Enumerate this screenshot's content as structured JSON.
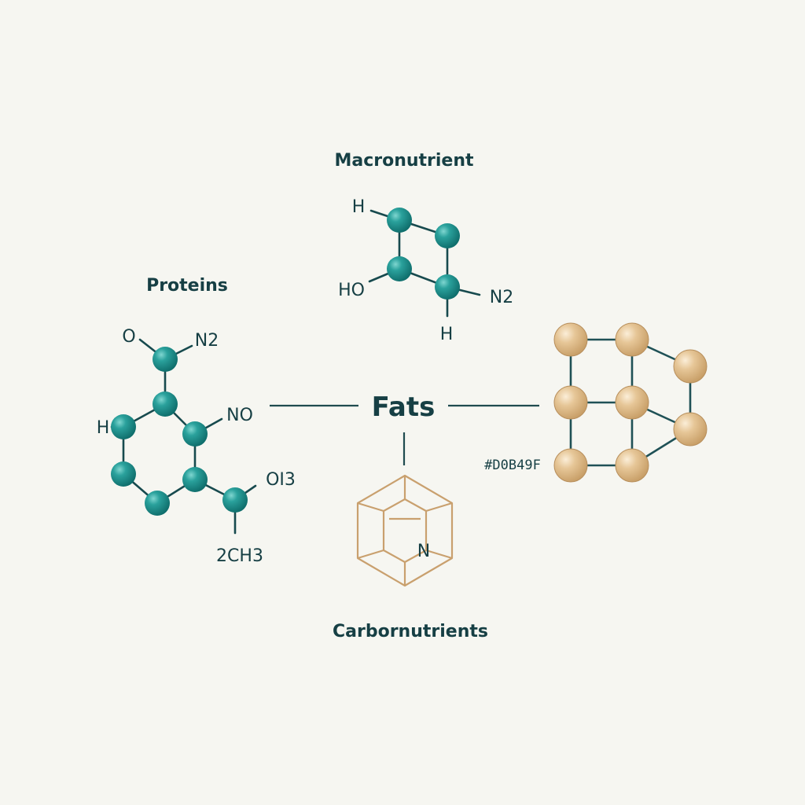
{
  "labels": {
    "macronutrient": "Macronutrient",
    "proteins": "Proteins",
    "fats": "Fats",
    "carbornutrients": "Carbornutrients",
    "hex_code": "#D0B49F"
  },
  "top_molecule": {
    "h_top": "H",
    "ho": "HO",
    "n2": "N2",
    "h_bottom": "H"
  },
  "left_molecule": {
    "o": "O",
    "n2": "N2",
    "no": "NO",
    "h": "H",
    "oi3": "OI3",
    "ch3": "2CH3"
  },
  "bottom_molecule": {
    "n": "N"
  },
  "colors": {
    "background": "#f6f6f1",
    "teal_atom": "#1f8f8c",
    "gold_atom": "#e2c08f",
    "bond": "#174a4e",
    "hex_outline": "#c9a06e",
    "text": "#163f44"
  }
}
